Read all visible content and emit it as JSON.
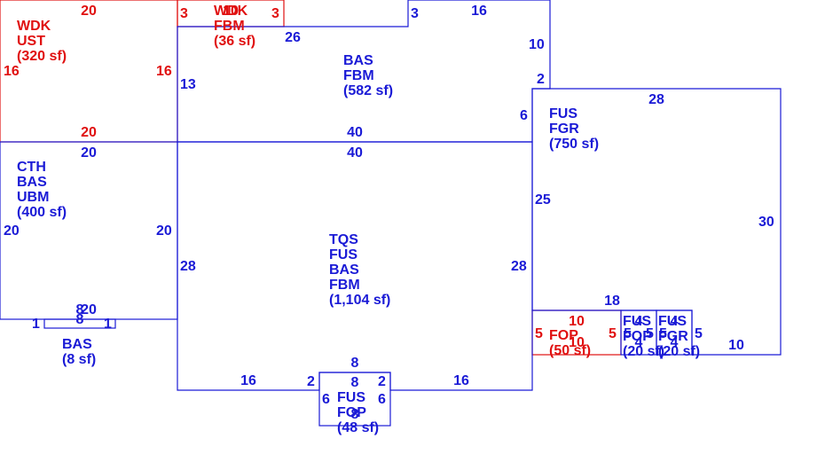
{
  "colors": {
    "blue": "#1a1ad6",
    "red": "#e01010"
  },
  "areas": {
    "wdk_ust": [
      "WDK",
      "UST",
      "(320 sf)"
    ],
    "wdk_fbm": [
      "WDK",
      "FBM",
      "(36 sf)"
    ],
    "bas_fbm": [
      "BAS",
      "FBM",
      "(582 sf)"
    ],
    "cth": [
      "CTH",
      "BAS",
      "UBM",
      "(400 sf)"
    ],
    "tqs": [
      "TQS",
      "FUS",
      "BAS",
      "FBM",
      "(1,104 sf)"
    ],
    "fus_fgr": [
      "FUS",
      "FGR",
      "(750 sf)"
    ],
    "bas_small": [
      "BAS",
      "(8 sf)"
    ],
    "fop_red": [
      "FOP",
      "(50 sf)"
    ],
    "fus_fop_a": [
      "FUS",
      "FOP",
      "(20 sf)"
    ],
    "fus_fgr_b": [
      "FUS",
      "FGR",
      "(20 sf)"
    ],
    "fus_fop_bottom": [
      "FUS",
      "FOP",
      "(48 sf)"
    ]
  },
  "dims": {
    "wdk_top": "20",
    "wdk_left": "16",
    "wdk_right": "16",
    "wdk_bottom": "20",
    "wdkf_left": "3",
    "wdkf_top": "10",
    "wdkf_right": "3",
    "bas_26": "26",
    "bas_3": "3",
    "bas_16": "16",
    "bas_10": "10",
    "bas_2": "2",
    "bas_6": "6",
    "bas_13": "13",
    "bas_40": "40",
    "cth_top": "20",
    "cth_left": "20",
    "cth_right": "20",
    "cth_bottom": "20",
    "tqs_top": "40",
    "tqs_left": "28",
    "tqs_right": "28",
    "tqs_b16a": "16",
    "tqs_b16b": "16",
    "tqs_b2a": "2",
    "tqs_b2b": "2",
    "tqs_b8": "8",
    "fgr_top": "28",
    "fgr_right": "30",
    "fgr_left": "25",
    "fgr_b18": "18",
    "fgr_b10": "10",
    "fop_top": "10",
    "fop_left": "5",
    "fop_right": "5",
    "fop_bottom": "10",
    "a_top": "4",
    "a_left": "5",
    "a_right": "5",
    "a_bottom": "4",
    "b_top": "4",
    "b_left": "5",
    "b_right": "5",
    "b_bottom": "4",
    "bf_top": "8",
    "bf_left": "6",
    "bf_right": "6",
    "bf_bottom": "8",
    "bs_top": "8",
    "bs_bottom": "8",
    "bs_left": "1",
    "bs_right": "1"
  }
}
